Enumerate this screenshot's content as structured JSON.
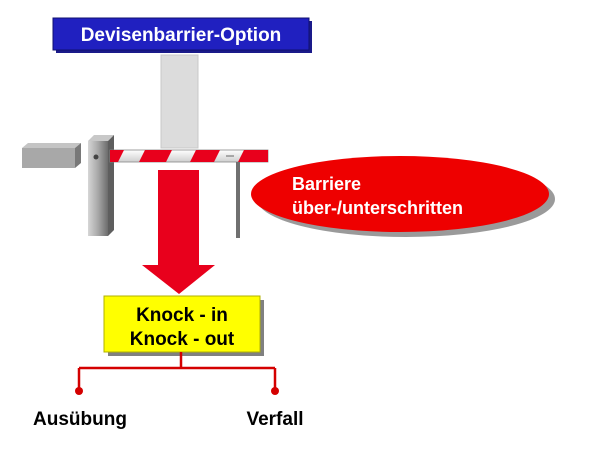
{
  "title": {
    "label": "Devisenbarrier-Option"
  },
  "barrier_event": {
    "line1": "Barriere",
    "line2": "über-/unterschritten"
  },
  "knock_box": {
    "line1": "Knock - in",
    "line2": "Knock - out"
  },
  "outcomes": {
    "left": "Ausübung",
    "right": "Verfall"
  },
  "colors": {
    "title_bg": "#2020c0",
    "title_text": "#ffffff",
    "barrier_red": "#e8001c",
    "ellipse_red": "#ee0000",
    "box_yellow": "#ffff00",
    "post_gray": "#9a9a9a",
    "pillar_gray": "#dcdcdc",
    "connector_red": "#d40000"
  }
}
